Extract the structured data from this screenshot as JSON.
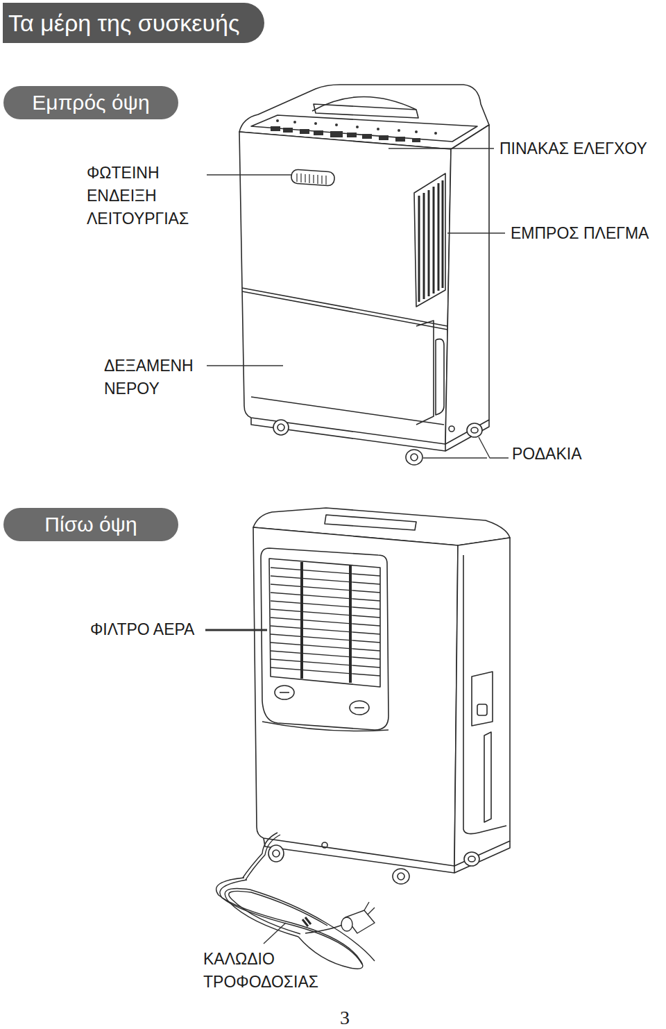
{
  "diagram": {
    "title": "Τα μέρη της συσκευής",
    "nodes": [
      {
        "text": [
          "Εμπρός όψη"
        ]
      },
      {
        "text": [
          "Πίσω όψη"
        ]
      }
    ],
    "labels": [
      "ΦΩΤΕΙΝΗ ΕΝΔΕΙΞΗ ΛΕΙΤΟΥΡΓΙΑΣ",
      "ΠΙΝΑΚΑΣ ΕΛΕΓΧΟΥ",
      "ΕΜΠΡΟΣ ΠΛΕΓΜΑ",
      "ΔΕΞΑΜΕΝΗ ΝΕΡΟΥ",
      "ΡΟΔΑΚΙΑ",
      "ΦΙΛΤΡΟ ΑΕΡΑ",
      "ΚΑΛΩΔΙΟ ΤΡΟΦΟΔΟΣΙΑΣ",
      "3"
    ]
  }
}
